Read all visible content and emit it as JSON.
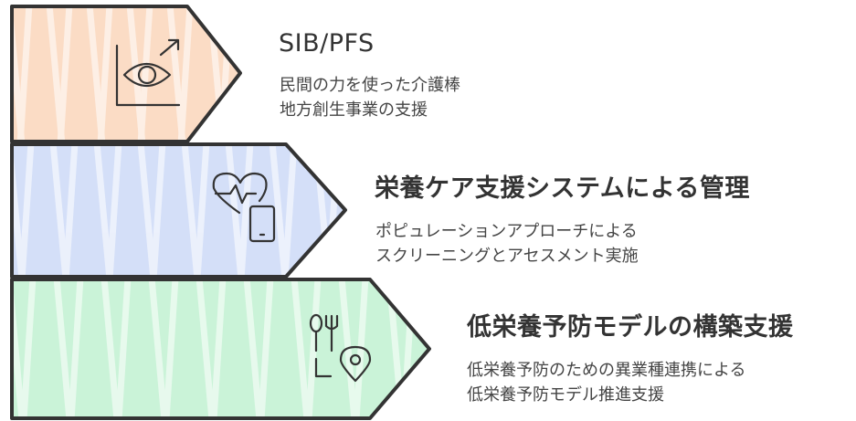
{
  "colors": {
    "outline": "#333333",
    "item1_fill": "#fbd8bf",
    "item2_fill": "#cfdcf7",
    "item3_fill": "#c4f2d4"
  },
  "items": [
    {
      "title": "SIB/PFS",
      "desc_line1": "民間の力を使った介護棒",
      "desc_line2": "地方創生事業の支援",
      "icon": "eye-chart-icon"
    },
    {
      "title": "栄養ケア支援システムによる管理",
      "desc_line1": "ポピュレーションアプローチによる",
      "desc_line2": "スクリーニングとアセスメント実施",
      "icon": "heart-tablet-icon"
    },
    {
      "title": "低栄養予防モデルの構築支援",
      "desc_line1": "低栄養予防のための異業種連携による",
      "desc_line2": "低栄養予防モデル推進支援",
      "icon": "utensils-location-icon"
    }
  ]
}
